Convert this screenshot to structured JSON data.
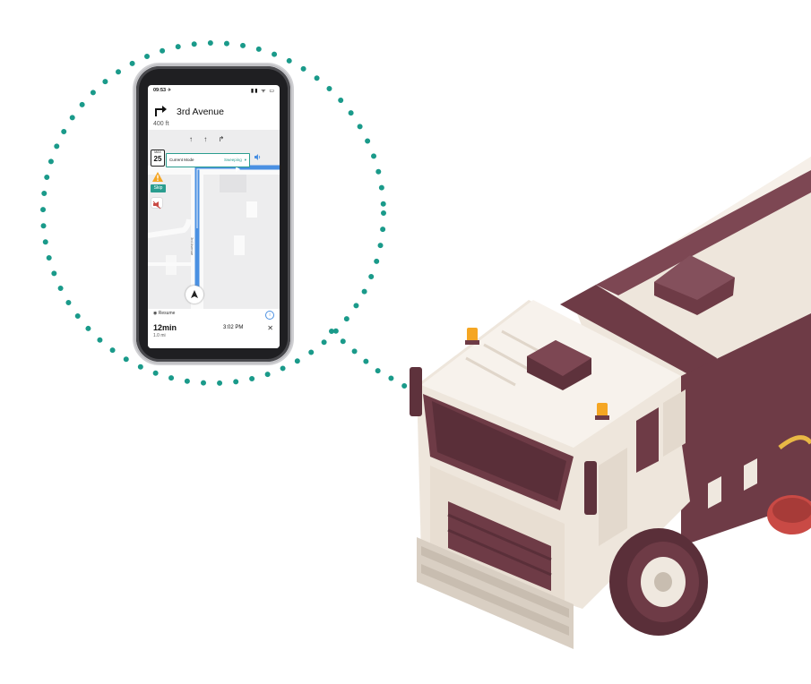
{
  "status_bar": {
    "time": "09:53 ✈",
    "icons": "▮▮ ᯤ ▭"
  },
  "navigation": {
    "street": "3rd Avenue",
    "distance": "400 ft",
    "turn": "right-turn-arrow-icon",
    "lanes": "↑ ↑ ↱"
  },
  "speed_limit": {
    "label": "MAX",
    "value": "25"
  },
  "mode": {
    "label": "Current Mode",
    "value": "Sweeping",
    "caret": "▾"
  },
  "controls": {
    "skip": "Skip",
    "resume": "Resume",
    "info": "i",
    "close": "✕"
  },
  "trip": {
    "duration": "12min",
    "distance": "1.0 mi",
    "arrival": "3:02 PM"
  },
  "colors": {
    "accent_teal": "#2a9d8f",
    "route_blue": "#4a90e2",
    "truck_cream": "#efe8df",
    "truck_maroon": "#6e3b46",
    "beacon_orange": "#f5a623"
  }
}
